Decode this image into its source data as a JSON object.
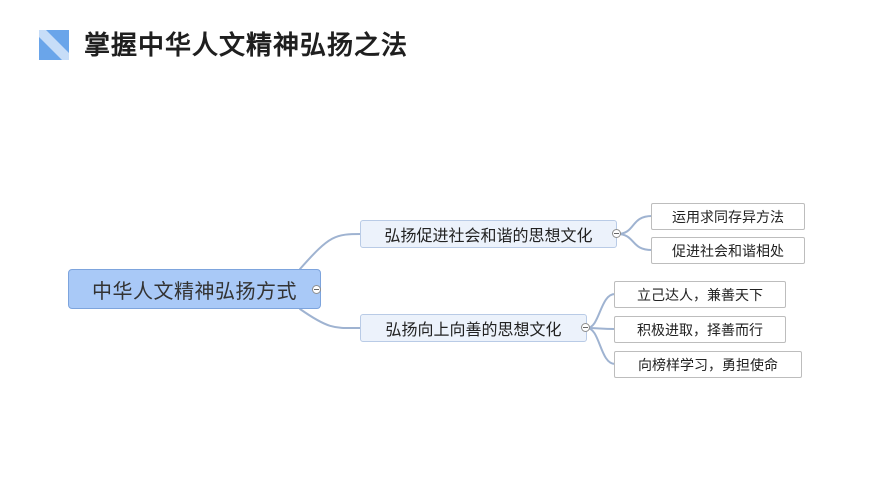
{
  "title": "掌握中华人文精神弘扬之法",
  "mindmap": {
    "root": "中华人文精神弘扬方式",
    "branches": [
      {
        "label": "弘扬促进社会和谐的思想文化",
        "children": [
          "运用求同存异方法",
          "促进社会和谐相处"
        ]
      },
      {
        "label": "弘扬向上向善的思想文化",
        "children": [
          "立己达人，兼善天下",
          "积极进取，择善而行",
          "向榜样学习，勇担使命"
        ]
      }
    ]
  },
  "colors": {
    "root_fill": "#a9c9f7",
    "branch_fill": "#ecf2fb",
    "connector": "#9fb3d1",
    "title_icon": "#6aa5ea"
  }
}
